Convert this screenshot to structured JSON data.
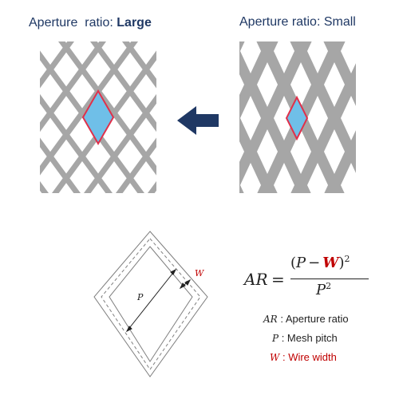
{
  "left_panel": {
    "label_prefix": "Aperture  ratio: ",
    "label_value": "Large"
  },
  "right_panel": {
    "label_prefix": "Aperture ratio: ",
    "label_value": "Small"
  },
  "arrow": {
    "direction": "left",
    "color": "#1f3864"
  },
  "diagram": {
    "pitch_label": "P",
    "wire_label": "W"
  },
  "formula": {
    "lhs": "AR",
    "equals": "=",
    "num_open": "(",
    "num_p": "P",
    "num_minus": "−",
    "num_w": "W",
    "num_close": ")",
    "num_exp": "2",
    "den_p": "P",
    "den_exp": "2"
  },
  "legend": [
    {
      "symbol": "AR",
      "sep": " : ",
      "text": "Aperture ratio",
      "color": "#222222"
    },
    {
      "symbol": "P",
      "sep": " : ",
      "text": "Mesh pitch",
      "color": "#222222"
    },
    {
      "symbol": "W",
      "sep": " : ",
      "text": "Wire width",
      "color": "#c00000"
    }
  ],
  "colors": {
    "mesh_wire": "#a6a6a6",
    "aperture_fill": "#6fbfe8",
    "aperture_outline": "#e0304a",
    "label_text": "#1f3864",
    "highlight_red": "#c00000"
  }
}
